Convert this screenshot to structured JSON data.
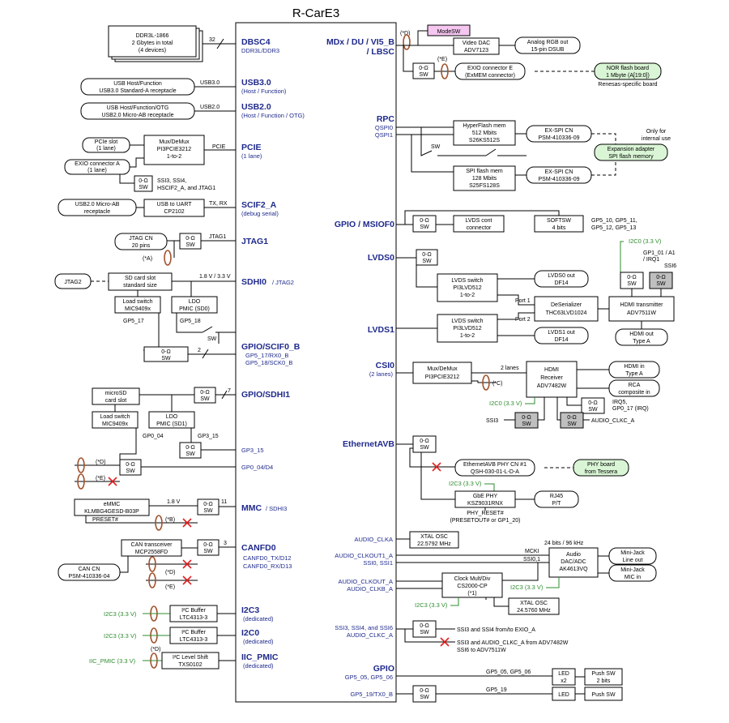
{
  "title": "R-CarE3",
  "buses": {
    "dbsc4": {
      "name": "DBSC4",
      "sub": "DDR3L/DDR3"
    },
    "usb30": {
      "name": "USB3.0",
      "sub": "(Host / Function)"
    },
    "usb20": {
      "name": "USB2.0",
      "sub": "(Host / Function / OTG)"
    },
    "pcie": {
      "name": "PCIE",
      "sub": "(1 lane)"
    },
    "scif2": {
      "name": "SCIF2_A",
      "sub": "(debug serial)"
    },
    "jtag1": {
      "name": "JTAG1"
    },
    "sdhi0": {
      "name": "SDHI0",
      "suffix": " / JTAG2"
    },
    "scif0": {
      "name": "GPIO/SCIF0_B",
      "sub1": "GP5_17/RX0_B",
      "sub2": "GP5_18/SCK0_B"
    },
    "sdhi1": {
      "name": "GPIO/SDHI1"
    },
    "gp315": {
      "sub": "GP3_15"
    },
    "gp004": {
      "sub": "GP0_04/D4"
    },
    "mmc": {
      "name": "MMC",
      "suffix": " / SDHI3"
    },
    "canfd0": {
      "name": "CANFD0",
      "sub1": "CANFD0_TX/D12",
      "sub2": "CANFD0_RX/D13"
    },
    "i2c3": {
      "name": "I2C3",
      "sub": "(dedicated)"
    },
    "i2c0": {
      "name": "I2C0",
      "sub": "(dedicated)"
    },
    "iicpmic": {
      "name": "IIC_PMIC",
      "sub": "(dedicated)"
    },
    "mdx": {
      "name1": "MDx / DU / VI5_B",
      "name2": "/ LBSC"
    },
    "rpc": {
      "name": "RPC",
      "sub1": "QSPI0",
      "sub2": "QSPI1"
    },
    "msiof0": {
      "name": "GPIO / MSIOF0"
    },
    "lvds0": {
      "name": "LVDS0"
    },
    "lvds1": {
      "name": "LVDS1"
    },
    "csi0": {
      "name": "CSI0",
      "sub": "(2 lanes)"
    },
    "eavb": {
      "name": "EthernetAVB"
    },
    "audio_clka": "AUDIO_CLKA",
    "audio_clkout1": "AUDIO_CLKOUT1_A",
    "ssi01": "SSI0, SSI1",
    "audio_clkout_a": "AUDIO_CLKOUT_A",
    "audio_clkb": "AUDIO_CLKB_A",
    "ssi346_1": "SSI3, SSI4, and SSI6",
    "ssi346_2": "AUDIO_CLKC_A",
    "gpio": {
      "name": "GPIO",
      "sub": "GP5_05, GP5_06"
    },
    "gp519": "GP5_19/TX0_B"
  },
  "boxes": {
    "ddr": [
      "DDR3L-1866",
      "2 Gbytes in total",
      "(4 devices)"
    ],
    "usb3conn": [
      "USB Host/Function",
      "USB3.0 Standard-A receptacle"
    ],
    "usb2conn": [
      "USB Host/Function/OTG",
      "USB2.0 Micro-AB receptacle"
    ],
    "pcieslot": [
      "PCIe slot",
      "(1 lane)"
    ],
    "pciemux": [
      "Mux/DeMux",
      "PI3PCIE3212",
      "1-to-2"
    ],
    "exioa": [
      "EXIO connector A",
      "(1 lane)"
    ],
    "ssi_note": [
      "SSI3, SSI4,",
      "HSCIF2_A, and JTAG1"
    ],
    "usbmicro": [
      "USB2.0 Micro-AB",
      "receptacle"
    ],
    "uart": [
      "USB to UART",
      "CP2102"
    ],
    "jtagcn": [
      "JTAG CN",
      "20 pins"
    ],
    "jtag2": "JTAG2",
    "sdslot": [
      "SD card slot",
      "standard size"
    ],
    "loadsw0": [
      "Load switch",
      "MIC9409x"
    ],
    "ldo0": [
      "LDO",
      "PMIC (SD0)"
    ],
    "microsd": [
      "microSD",
      "card slot"
    ],
    "loadsw1": [
      "Load switch",
      "MIC9409x"
    ],
    "ldo1": [
      "LDO",
      "PMIC (SD1)"
    ],
    "emmc": [
      "eMMC",
      "KLMBG4GESD-B03P"
    ],
    "can": [
      "CAN transceiver",
      "MCP2558FD"
    ],
    "cancn": [
      "CAN CN",
      "PSM-410336-04"
    ],
    "i2cbuf1": [
      "I²C Buffer",
      "LTC4313-3"
    ],
    "i2cbuf2": [
      "I²C Buffer",
      "LTC4313-3"
    ],
    "i2clevel": [
      "I²C Level Shift",
      "TXS0102"
    ],
    "modesw": "ModeSW",
    "videodac": [
      "Video DAC",
      "ADV7123"
    ],
    "analogrgb": [
      "Analog RGB out",
      "15-pin DSUB"
    ],
    "exioe": [
      "EXIO connector E",
      "(ExMEM connector)"
    ],
    "norflash": [
      "NOR flash board",
      "1 Mbyte (A[19:0])"
    ],
    "renesas": "Renesas-specific board",
    "hyperflash": [
      "HyperFlash mem",
      "512 Mbits",
      "S26KS512S"
    ],
    "exspi1": [
      "EX-SPI CN",
      "PSM-410336-09"
    ],
    "internal": [
      "Only for",
      "internal use"
    ],
    "expansion": [
      "Expansion adapter",
      "SPI flash memory"
    ],
    "spiflash": [
      "SPI flash mem",
      "128 Mbits",
      "S25FS128S"
    ],
    "exspi2": [
      "EX-SPI CN",
      "PSM-410336-09"
    ],
    "lvdscont": [
      "LVDS cont",
      "connector"
    ],
    "softsw": [
      "SOFTSW",
      "4 bits"
    ],
    "gp5list": [
      "GP5_10, GP5_11,",
      "GP5_12, GP5_13"
    ],
    "lvdssw0": [
      "LVDS switch",
      "PI3LVD512",
      "1-to-2"
    ],
    "lvds0out": [
      "LVDS0 out",
      "DF14"
    ],
    "deser": [
      "DeSerializer",
      "THC63LVD1024"
    ],
    "hdmitx": [
      "HDMI transmitter",
      "ADV7511W"
    ],
    "hdmiout": [
      "HDMI out",
      "Type A"
    ],
    "lvdssw1": [
      "LVDS switch",
      "PI3LVD512",
      "1-to-2"
    ],
    "lvds1out": [
      "LVDS1 out",
      "DF14"
    ],
    "csimux": [
      "Mux/DeMux",
      "PI3PCIE3212"
    ],
    "hdmirx": [
      "HDMI",
      "Receiver",
      "ADV7482W"
    ],
    "hdmiin": [
      "HDMI in",
      "Type A"
    ],
    "rca": [
      "RCA",
      "composite in"
    ],
    "ethcn": [
      "EthernetAVB PHY CN #1",
      "QSH-030-01-L-D-A"
    ],
    "phyboard": [
      "PHY board",
      "from Tessera"
    ],
    "gbephy": [
      "GbE PHY",
      "KSZ9031RNX"
    ],
    "rj45": [
      "RJ45",
      "P/T"
    ],
    "xtal1": [
      "XTAL OSC",
      "22.5792 MHz"
    ],
    "audiodac": [
      "Audio",
      "DAC/ADC",
      "AK4613VQ"
    ],
    "minijack1": [
      "Mini-Jack",
      "Line out"
    ],
    "minijack2": [
      "Mini-Jack",
      "MIC in"
    ],
    "clockmult": [
      "Clock Mult/Div",
      "CS2000-CP",
      "(*1)"
    ],
    "xtal2": [
      "XTAL OSC",
      "24.5760 MHz"
    ],
    "led1": [
      "LED",
      "x2"
    ],
    "pushsw1": [
      "Push SW",
      "2 bits"
    ],
    "led2": "LED",
    "pushsw2": "Push SW",
    "sw": "0-Ω SW"
  },
  "labels": {
    "w32": "32",
    "usb30": "USB3.0",
    "usb20": "USB2.0",
    "pcie": "PCIE",
    "txrx": "TX, RX",
    "jtag1": "JTAG1",
    "v18_33": "1.8 V / 3.3 V",
    "gp517": "GP5_17",
    "gp518": "GP5_18",
    "swl": "SW",
    "w2": "2",
    "w7": "7",
    "gp004": "GP0_04",
    "gp315": "GP3_15",
    "v18": "1.8 V",
    "w11": "11",
    "preset": "PRESET#",
    "w3": "3",
    "swm": "SW",
    "i2c3v33": "I2C3 (3.3 V)",
    "iicpmic": "IIC_PMIC (3.3 V)",
    "ma": "(*A)",
    "mb": "(*B)",
    "mc": "(*C)",
    "md": "(*D)",
    "me": "(*E)",
    "port1": "Port 1",
    "port2": "Port 2",
    "i2c0v": "I2C0 (3.3 V)",
    "gp1": "GP1_01 / A1",
    "irq1": "/ IRQ1",
    "ssi6": "SSI6",
    "twolanes": "2 lanes",
    "i2c0v2": "I2C0 (3.3 V)",
    "ssi3": "SSI3",
    "irq5": [
      "IRQ5,",
      "GP0_17 (IRQ)"
    ],
    "audioclkc": "AUDIO_CLKC_A",
    "phyreset": [
      "PHY_RESET#",
      "(PRESETOUT# or GP1_20)"
    ],
    "i2c3v2": "I2C3 (3.3 V)",
    "khz": "24 bits / 96 kHz",
    "mcki": "MCKI",
    "ssi01": "SSI0,1",
    "i2c3v3": "I2C3 (3.3 V)",
    "i2c3v4": "I2C3 (3.3 V)",
    "ssi_from": "SSI3 and SSI4 from/to EXIO_A",
    "ssi_adv1": "SSI3 and AUDIO_CLKC_A from ADV7482W",
    "ssi_adv2": "SSI6 to ADV7511W",
    "gp50506": "GP5_05, GP5_06",
    "gp519": "GP5_19"
  }
}
